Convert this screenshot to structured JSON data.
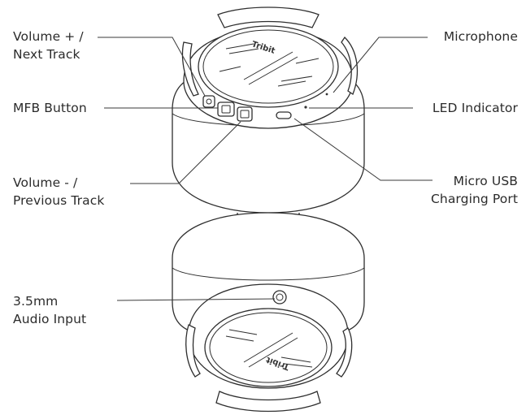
{
  "callouts": {
    "volume_up": [
      "Volume + /",
      "Next Track"
    ],
    "mfb": [
      "MFB Button"
    ],
    "volume_down": [
      "Volume - /",
      "Previous Track"
    ],
    "audio_input": [
      "3.5mm",
      "Audio Input"
    ],
    "microphone": [
      "Microphone"
    ],
    "led": [
      "LED Indicator"
    ],
    "usb": [
      "Micro USB",
      "Charging Port"
    ]
  },
  "brand_logo": "Tribit"
}
